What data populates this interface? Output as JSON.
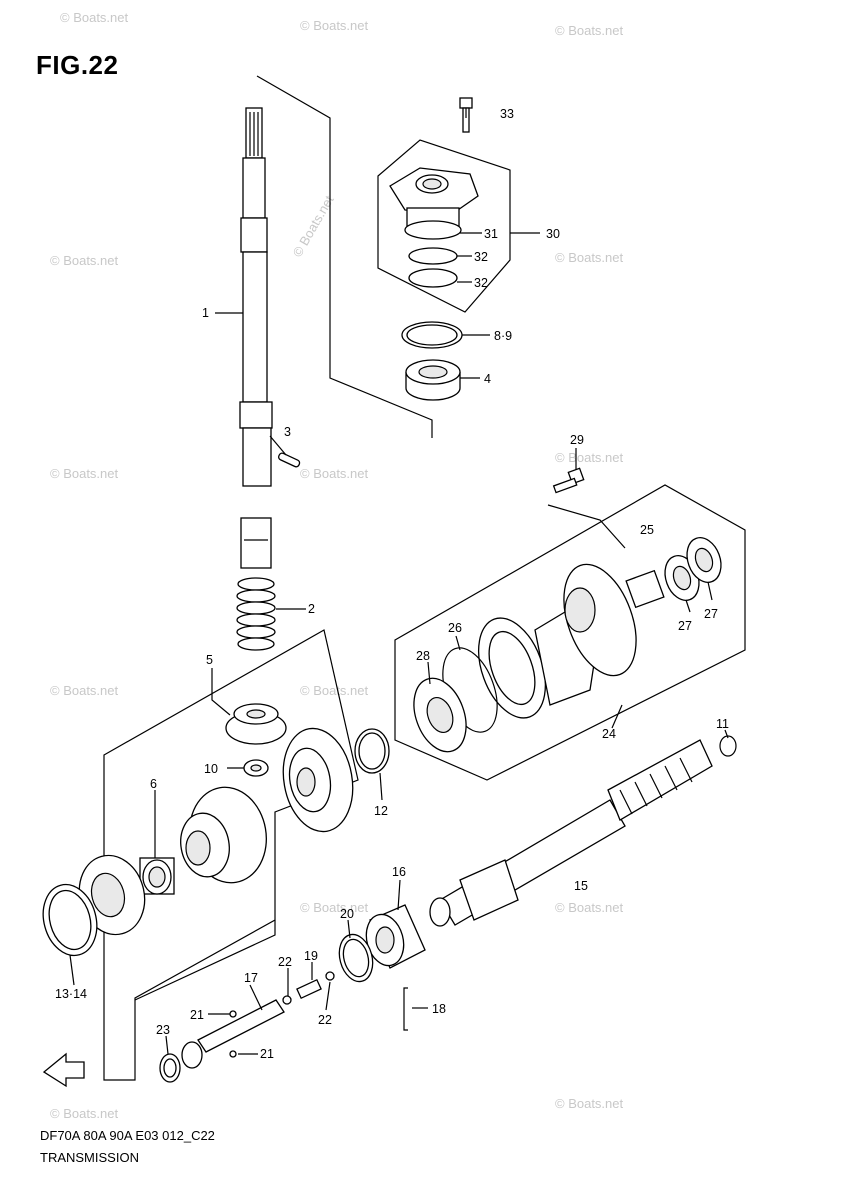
{
  "figure": {
    "title": "FIG.22",
    "model_code": "DF70A 80A 90A E03 012_C22",
    "section_name": "TRANSMISSION",
    "watermark": "© Boats.net"
  },
  "callouts": [
    {
      "id": "c1",
      "text": "1"
    },
    {
      "id": "c2",
      "text": "2"
    },
    {
      "id": "c3",
      "text": "3"
    },
    {
      "id": "c4",
      "text": "4"
    },
    {
      "id": "c5",
      "text": "5"
    },
    {
      "id": "c6",
      "text": "6"
    },
    {
      "id": "c89",
      "text": "8·9"
    },
    {
      "id": "c10",
      "text": "10"
    },
    {
      "id": "c11",
      "text": "11"
    },
    {
      "id": "c12",
      "text": "12"
    },
    {
      "id": "c1314",
      "text": "13·14"
    },
    {
      "id": "c15",
      "text": "15"
    },
    {
      "id": "c16",
      "text": "16"
    },
    {
      "id": "c17",
      "text": "17"
    },
    {
      "id": "c18",
      "text": "18"
    },
    {
      "id": "c19",
      "text": "19"
    },
    {
      "id": "c20",
      "text": "20"
    },
    {
      "id": "c21a",
      "text": "21"
    },
    {
      "id": "c21b",
      "text": "21"
    },
    {
      "id": "c22a",
      "text": "22"
    },
    {
      "id": "c22b",
      "text": "22"
    },
    {
      "id": "c23",
      "text": "23"
    },
    {
      "id": "c24",
      "text": "24"
    },
    {
      "id": "c25",
      "text": "25"
    },
    {
      "id": "c26",
      "text": "26"
    },
    {
      "id": "c27a",
      "text": "27"
    },
    {
      "id": "c27b",
      "text": "27"
    },
    {
      "id": "c28",
      "text": "28"
    },
    {
      "id": "c29",
      "text": "29"
    },
    {
      "id": "c30",
      "text": "30"
    },
    {
      "id": "c31",
      "text": "31"
    },
    {
      "id": "c32a",
      "text": "32"
    },
    {
      "id": "c32b",
      "text": "32"
    },
    {
      "id": "c33",
      "text": "33"
    }
  ],
  "colors": {
    "line": "#000000",
    "background": "#ffffff",
    "watermark": "#c8c8c8"
  }
}
